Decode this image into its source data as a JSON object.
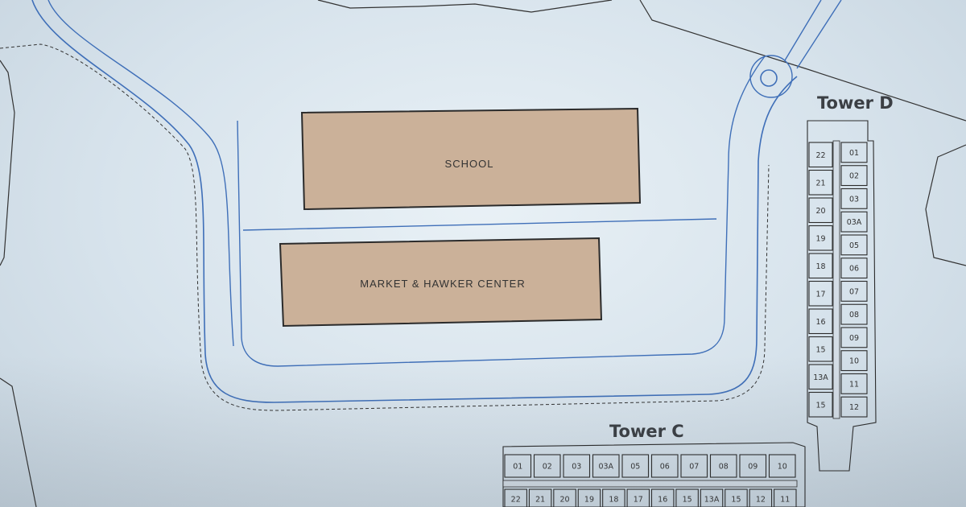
{
  "buildings": {
    "school": "SCHOOL",
    "market": "MARKET & HAWKER CENTER"
  },
  "tower_d": {
    "label": "Tower D",
    "units_left": [
      "22",
      "21",
      "20",
      "19",
      "18",
      "17",
      "16",
      "15",
      "13A",
      "15"
    ],
    "units_right": [
      "01",
      "02",
      "03",
      "03A",
      "05",
      "06",
      "07",
      "08",
      "09",
      "10",
      "11",
      "12"
    ]
  },
  "tower_c": {
    "label": "Tower C",
    "units_top": [
      "01",
      "02",
      "03",
      "03A",
      "05",
      "06",
      "07",
      "08",
      "09",
      "10"
    ],
    "units_bottom": [
      "22",
      "21",
      "20",
      "19",
      "18",
      "17",
      "16",
      "15",
      "13A",
      "15",
      "12",
      "11"
    ]
  },
  "colors": {
    "road": "#3f6fb8",
    "building_fill": "#cbb199",
    "outline": "#2b2b2b",
    "paper": "#dfe9f0"
  }
}
